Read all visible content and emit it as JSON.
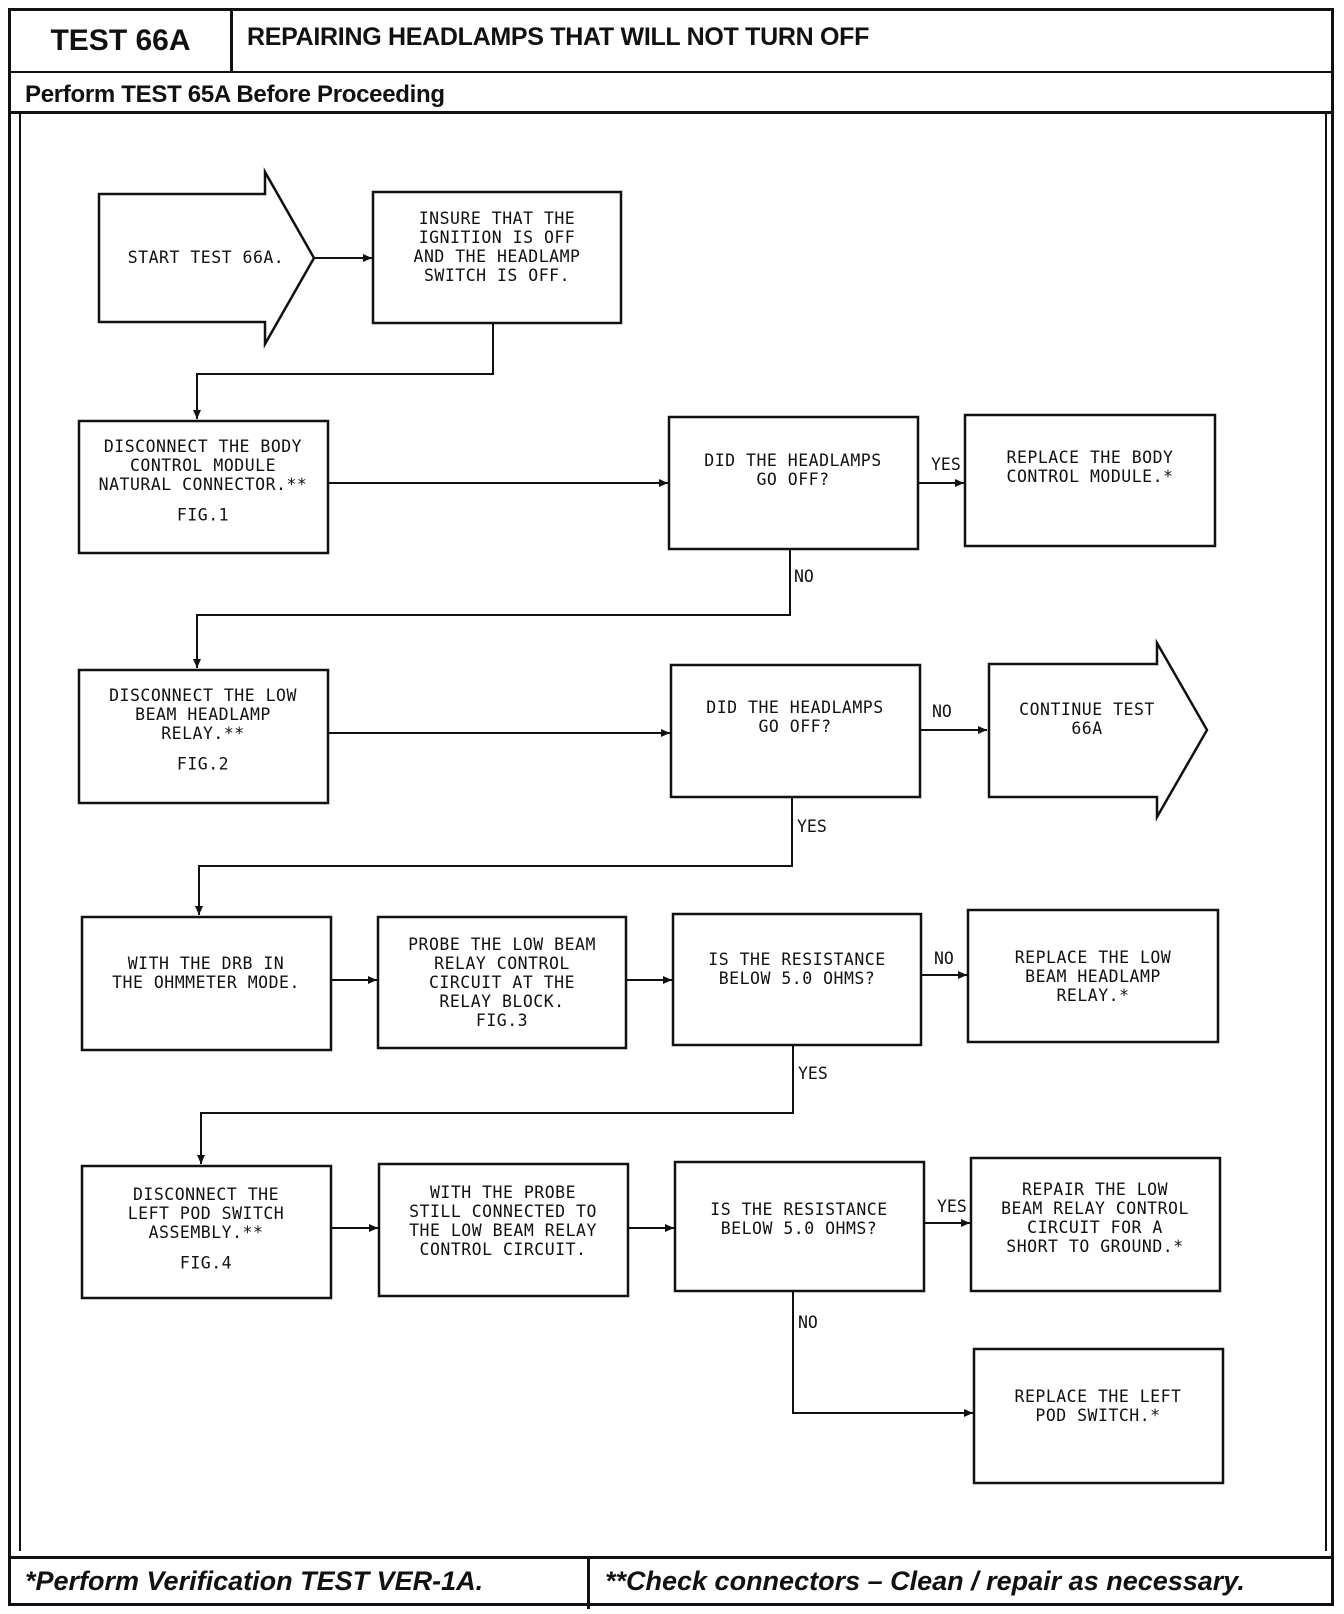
{
  "header": {
    "test_label": "TEST 66A",
    "title": "REPAIRING HEADLAMPS THAT WILL NOT TURN OFF",
    "subtitle": "Perform TEST 65A Before Proceeding"
  },
  "flow": {
    "start": [
      "START TEST 66A."
    ],
    "insure": [
      "INSURE THAT THE",
      "IGNITION IS OFF",
      "AND THE HEADLAMP",
      "SWITCH IS OFF."
    ],
    "disconnect_bcm": [
      "DISCONNECT THE BODY",
      "CONTROL MODULE",
      "NATURAL CONNECTOR.**",
      "",
      "FIG.1"
    ],
    "q1": [
      "DID THE HEADLAMPS",
      "GO OFF?"
    ],
    "replace_bcm": [
      "REPLACE THE BODY",
      "CONTROL MODULE.*"
    ],
    "disconnect_relay": [
      "DISCONNECT THE LOW",
      "BEAM HEADLAMP",
      "RELAY.**",
      "",
      "FIG.2"
    ],
    "q2": [
      "DID THE HEADLAMPS",
      "GO OFF?"
    ],
    "continue": [
      "CONTINUE TEST",
      "66A"
    ],
    "drb": [
      "WITH THE DRB IN",
      "THE OHMMETER MODE."
    ],
    "probe": [
      "PROBE THE LOW BEAM",
      "RELAY CONTROL",
      "CIRCUIT AT THE",
      "RELAY BLOCK.",
      "FIG.3"
    ],
    "q3": [
      "IS THE RESISTANCE",
      "BELOW 5.0 OHMS?"
    ],
    "replace_relay": [
      "REPLACE THE LOW",
      "BEAM HEADLAMP",
      "RELAY.*"
    ],
    "disconnect_pod": [
      "DISCONNECT THE",
      "LEFT POD SWITCH",
      "ASSEMBLY.**",
      "",
      "FIG.4"
    ],
    "probe_still": [
      "WITH THE PROBE",
      "STILL CONNECTED TO",
      "THE LOW BEAM RELAY",
      "CONTROL CIRCUIT."
    ],
    "q4": [
      "IS THE RESISTANCE",
      "BELOW 5.0 OHMS?"
    ],
    "repair_short": [
      "REPAIR THE LOW",
      "BEAM RELAY CONTROL",
      "CIRCUIT FOR A",
      "SHORT TO GROUND.*"
    ],
    "replace_pod": [
      "REPLACE THE LEFT",
      "POD SWITCH.*"
    ]
  },
  "labels": {
    "q1_yes": "YES",
    "q1_no": "NO",
    "q2_no": "NO",
    "q2_yes": "YES",
    "q3_no": "NO",
    "q3_yes": "YES",
    "q4_yes": "YES",
    "q4_no": "NO"
  },
  "footer": {
    "left": "*Perform Verification TEST VER-1A.",
    "right": "**Check connectors – Clean / repair as necessary."
  }
}
